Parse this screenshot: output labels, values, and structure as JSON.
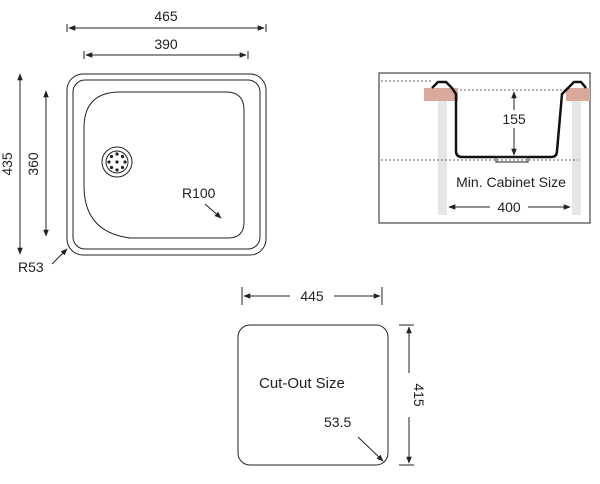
{
  "top_view": {
    "width_outer": "465",
    "width_inner": "390",
    "height_outer": "435",
    "height_inner": "360",
    "corner_radius_outer": "R53",
    "bowl_radius": "R100"
  },
  "section_view": {
    "depth": "155",
    "cabinet_label": "Min. Cabinet Size",
    "cabinet_width": "400"
  },
  "cutout": {
    "width": "445",
    "height": "415",
    "label": "Cut-Out Size",
    "corner_radius": "53.5"
  },
  "colors": {
    "line": "#222222",
    "countertop": "#d9a99b",
    "cabinet_wall": "#e6e6e6"
  }
}
